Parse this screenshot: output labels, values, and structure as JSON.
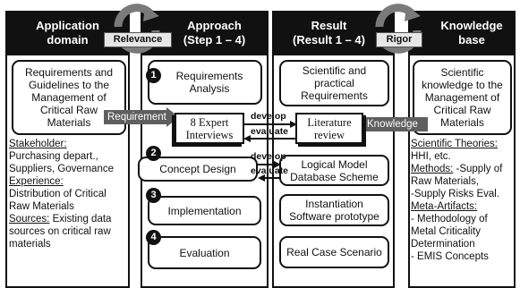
{
  "columns": {
    "application": {
      "title_line1": "Application",
      "title_line2": "domain"
    },
    "approach": {
      "title_line1": "Approach",
      "title_line2": "(Step 1 – 4)"
    },
    "result": {
      "title_line1": "Result",
      "title_line2": "(Result 1 – 4)"
    },
    "knowledge": {
      "title_line1": "Knowledge",
      "title_line2": "base"
    }
  },
  "cycles": {
    "relevance": "Relevance",
    "rigor": "Rigor"
  },
  "application_domain": {
    "box_lines": [
      "Requirements and",
      "Guidelines to the",
      "Management of",
      "Critical Raw",
      "Materials"
    ],
    "stakeholder_heading": "Stakeholder:",
    "stakeholder_lines": [
      "Purchasing depart.,",
      "Suppliers, Governance"
    ],
    "experience_heading": "Experience:",
    "experience_lines": [
      "Distribution of Critical",
      "Raw Materials"
    ],
    "sources_heading": "Sources:",
    "sources_first": " Existing data",
    "sources_lines": [
      "sources on critical raw",
      "materials"
    ]
  },
  "approach_steps": [
    {
      "number": "1",
      "lines": [
        "Requirements",
        "Analysis"
      ]
    },
    {
      "number": "2",
      "lines": [
        "Concept Design"
      ]
    },
    {
      "number": "3",
      "lines": [
        "Implementation"
      ]
    },
    {
      "number": "4",
      "lines": [
        "Evaluation"
      ]
    }
  ],
  "expert_interviews": [
    "8 Expert",
    "Interviews"
  ],
  "literature_review": [
    "Literature",
    "review"
  ],
  "flows": {
    "requirement": "Requirement",
    "knowledge": "Knowledge",
    "develop": "develop",
    "evaluate": "evaluate"
  },
  "results": [
    {
      "lines": [
        "Scientific and",
        "practical",
        "Requirements"
      ]
    },
    {
      "lines": [
        "Logical Model",
        "Database Scheme"
      ]
    },
    {
      "lines": [
        "Instantiation",
        "Software prototype"
      ]
    },
    {
      "lines": [
        "Real Case Scenario"
      ]
    }
  ],
  "knowledge_base": {
    "box_lines": [
      "Scientific",
      "knowledge to the",
      "Management of",
      "Critical Raw",
      "Materials"
    ],
    "theories_heading": "Scientific Theories:",
    "theories_lines": [
      "HHI, etc."
    ],
    "methods_heading": "Methods:",
    "methods_first": " -Supply of",
    "methods_lines": [
      "Raw Materials,",
      "-Supply Risks Eval."
    ],
    "meta_heading": "Meta-Artifacts:",
    "meta_lines": [
      "- Methodology of",
      "Metal Criticality",
      "Determination",
      "- EMIS Concepts"
    ]
  }
}
